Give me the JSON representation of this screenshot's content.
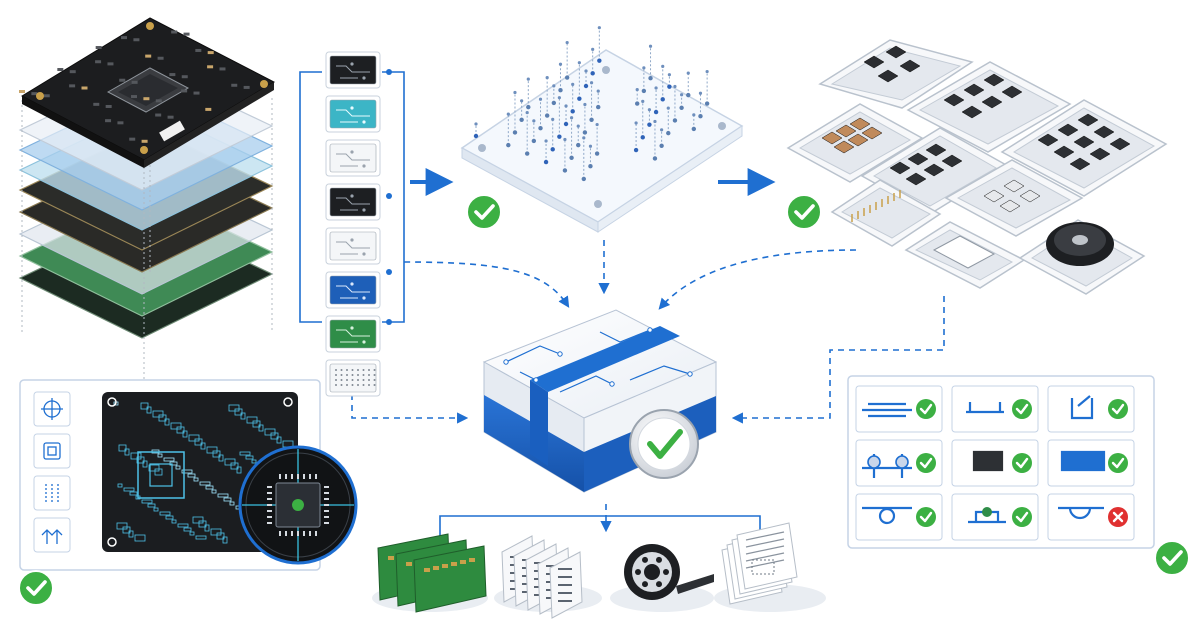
{
  "diagram": {
    "accent_color": "#1f6fd1",
    "check_color": "#3cb043",
    "error_color": "#e03131",
    "pcb_color": "#1e1e1e",
    "board_green": "#2e8b3f",
    "nodes": {
      "pcb_stack": {
        "icon": "layered-pcb-stack-icon"
      },
      "layer_list": {
        "icon": "layer-thumbnails-icon",
        "check": "check-icon"
      },
      "drill_plate": {
        "icon": "drill-plate-icon",
        "check": "check-icon"
      },
      "component_trays": {
        "icon": "component-trays-icon",
        "check": "check-icon"
      },
      "inspection_panel": {
        "icon": "pcb-inspection-icon",
        "check": "check-icon"
      },
      "validation_box": {
        "icon": "validated-package-icon",
        "check": "check-seal-icon"
      },
      "footprint_grid": {
        "check": "check-icon",
        "cells": [
          {
            "icon": "footprint-line-icon",
            "status": "pass"
          },
          {
            "icon": "footprint-bracket-icon",
            "status": "pass"
          },
          {
            "icon": "footprint-probe-icon",
            "status": "pass"
          },
          {
            "icon": "footprint-pins-icon",
            "status": "pass"
          },
          {
            "icon": "footprint-chip-icon",
            "status": "pass"
          },
          {
            "icon": "footprint-pad-icon",
            "status": "pass"
          },
          {
            "icon": "footprint-roller-icon",
            "status": "pass"
          },
          {
            "icon": "footprint-mound-icon",
            "status": "pass"
          },
          {
            "icon": "footprint-clip-icon",
            "status": "fail"
          }
        ]
      },
      "outputs": [
        {
          "icon": "assembled-boards-icon"
        },
        {
          "icon": "panel-stack-icon"
        },
        {
          "icon": "tape-reel-icon"
        },
        {
          "icon": "documents-icon"
        }
      ]
    }
  }
}
